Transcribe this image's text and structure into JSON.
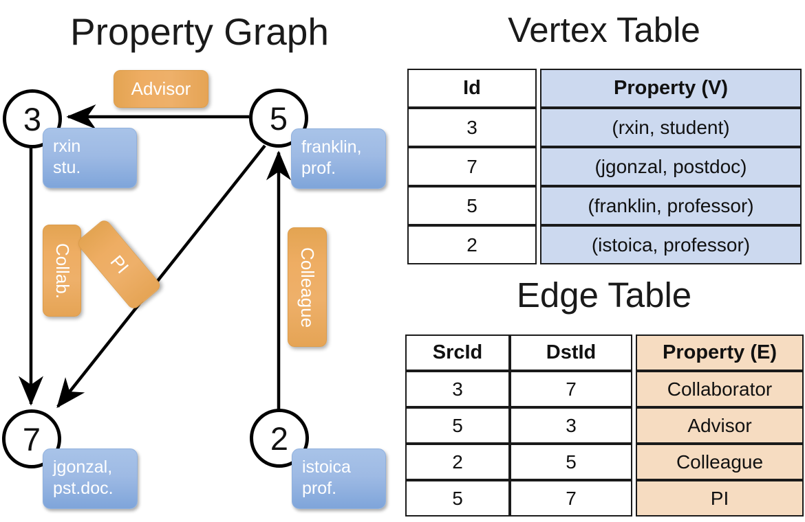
{
  "titles": {
    "property_graph": "Property Graph",
    "vertex_table": "Vertex Table",
    "edge_table": "Edge Table"
  },
  "colors": {
    "vertex_property_fill": "#ccd9ef",
    "edge_property_fill": "#f6dcc1",
    "vertex_box": "#9ebae4",
    "edge_label_box": "#eead63",
    "stroke": "#1a1a1a"
  },
  "graph": {
    "nodes": [
      {
        "id": "3",
        "property": "rxin\nstu."
      },
      {
        "id": "5",
        "property": "franklin,\nprof."
      },
      {
        "id": "7",
        "property": "jgonzal,\npst.doc."
      },
      {
        "id": "2",
        "property": "istoica\nprof."
      }
    ],
    "node_labels": {
      "n3": "3",
      "n5": "5",
      "n7": "7",
      "n2": "2"
    },
    "node_properties": {
      "n3_line1": "rxin",
      "n3_line2": "stu.",
      "n5_line1": "franklin,",
      "n5_line2": "prof.",
      "n7_line1": "jgonzal,",
      "n7_line2": "pst.doc.",
      "n2_line1": "istoica",
      "n2_line2": "prof."
    },
    "edge_labels": {
      "advisor": "Advisor",
      "collab": "Collab.",
      "pi": "PI",
      "colleague": "Colleague"
    },
    "edges": [
      {
        "src": "5",
        "dst": "3",
        "label": "Advisor"
      },
      {
        "src": "3",
        "dst": "7",
        "label": "Collab."
      },
      {
        "src": "5",
        "dst": "7",
        "label": "PI"
      },
      {
        "src": "2",
        "dst": "5",
        "label": "Colleague"
      }
    ]
  },
  "vertex_table": {
    "headers": [
      "Id",
      "Property (V)"
    ],
    "rows": [
      {
        "id": "3",
        "property": "(rxin, student)"
      },
      {
        "id": "7",
        "property": "(jgonzal, postdoc)"
      },
      {
        "id": "5",
        "property": "(franklin, professor)"
      },
      {
        "id": "2",
        "property": "(istoica, professor)"
      }
    ]
  },
  "edge_table": {
    "headers": [
      "SrcId",
      "DstId",
      "Property (E)"
    ],
    "rows": [
      {
        "src": "3",
        "dst": "7",
        "property": "Collaborator"
      },
      {
        "src": "5",
        "dst": "3",
        "property": "Advisor"
      },
      {
        "src": "2",
        "dst": "5",
        "property": "Colleague"
      },
      {
        "src": "5",
        "dst": "7",
        "property": "PI"
      }
    ]
  }
}
